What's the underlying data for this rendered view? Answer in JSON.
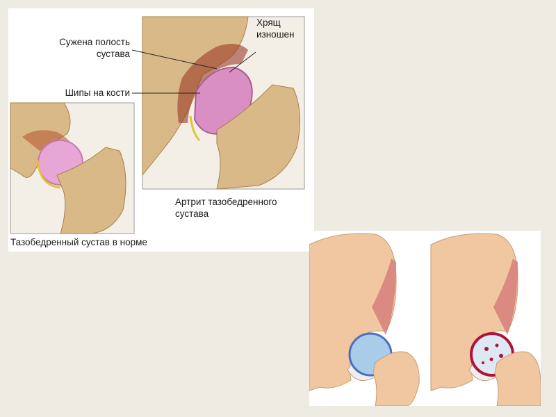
{
  "top_figure": {
    "labels": {
      "narrowed_cavity_line1": "Сужена полость",
      "narrowed_cavity_line2": "сустава",
      "cartilage_line1": "Хрящ",
      "cartilage_line2": "изношен",
      "bone_spurs": "Шипы на кости",
      "arthritis_caption_line1": "Артрит тазобедренного",
      "arthritis_caption_line2": "сустава",
      "normal_caption": "Тазобедренный сустав в норме"
    }
  },
  "colors": {
    "page_background": "#eeebe3",
    "bone": "#d9b987",
    "bone_shade": "#a87f4a",
    "cartilage_pink": "#e6a6d6",
    "illustration_bone": "#f0c7a0",
    "joint_blue": "#a9cce8",
    "inflamed_red": "#b0133a"
  }
}
